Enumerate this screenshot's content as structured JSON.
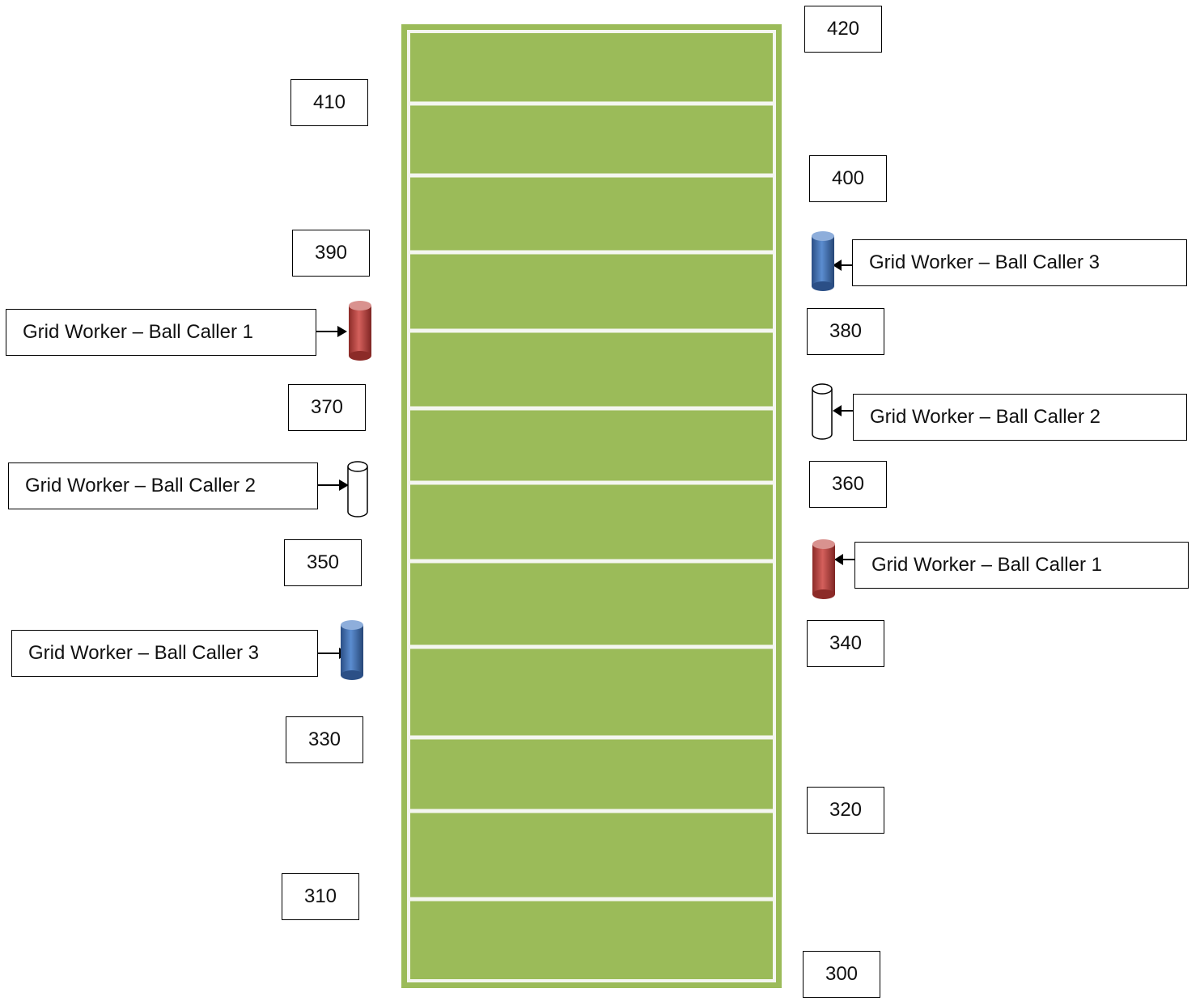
{
  "field": {
    "color": "#9bbb59",
    "line_color": "#f4f6f0",
    "zone_count": 12
  },
  "yard_markers": {
    "right": [
      "420",
      "400",
      "380",
      "360",
      "340",
      "320",
      "300"
    ],
    "left": [
      "410",
      "390",
      "370",
      "350",
      "330",
      "310"
    ]
  },
  "workers": {
    "left": [
      {
        "label": "Grid Worker – Ball Caller 1",
        "cone": "red"
      },
      {
        "label": "Grid Worker – Ball Caller 2",
        "cone": "white"
      },
      {
        "label": "Grid Worker – Ball Caller 3",
        "cone": "blue"
      }
    ],
    "right": [
      {
        "label": "Grid Worker – Ball Caller 3",
        "cone": "blue"
      },
      {
        "label": "Grid Worker – Ball Caller 2",
        "cone": "white"
      },
      {
        "label": "Grid Worker – Ball Caller 1",
        "cone": "red"
      }
    ]
  },
  "cone_colors": {
    "red": "#c0504d",
    "blue": "#4f81bd",
    "white": "#ffffff"
  }
}
